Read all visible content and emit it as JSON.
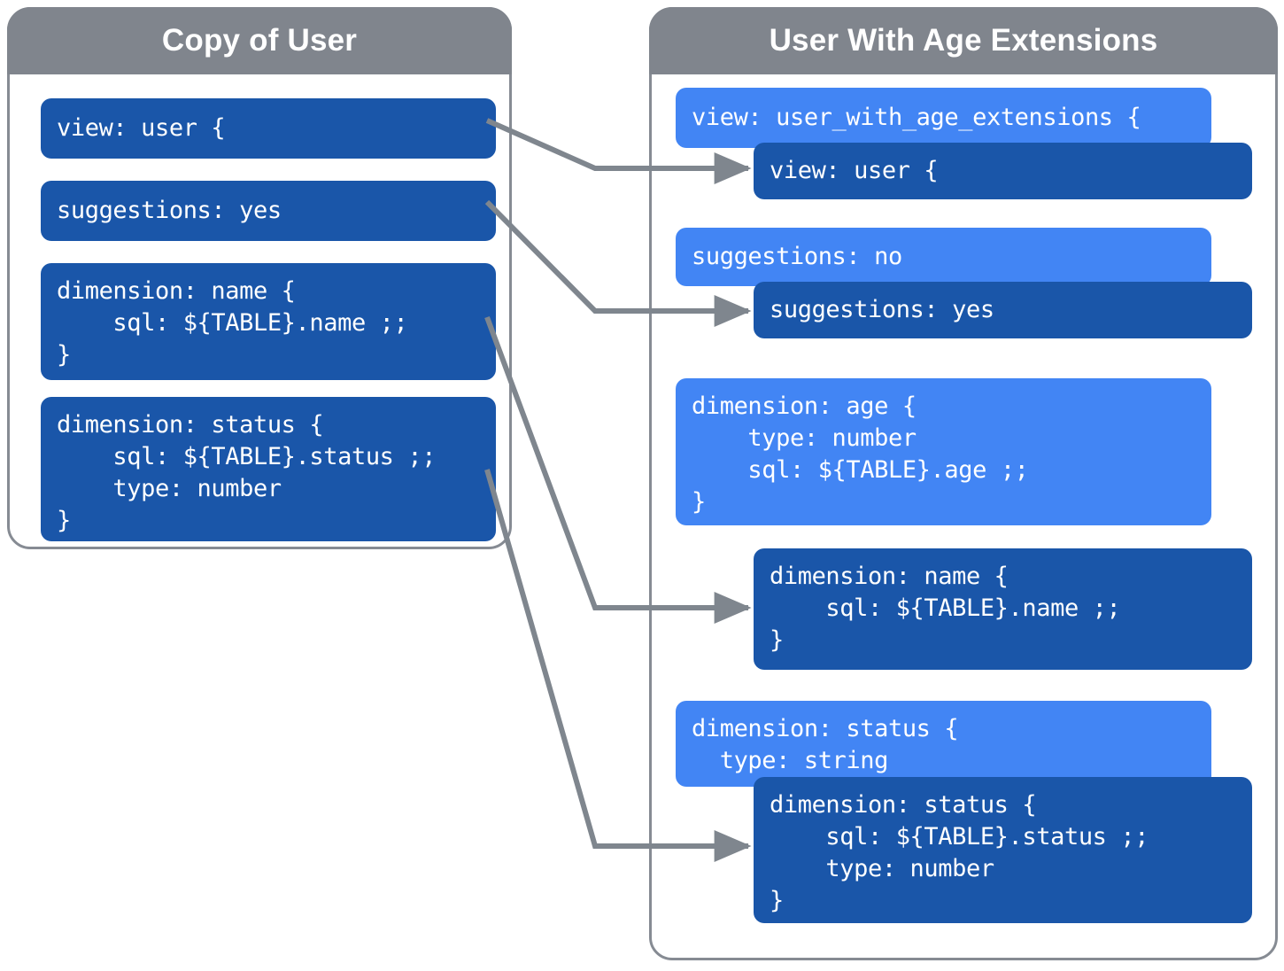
{
  "panels": {
    "left": {
      "title": "Copy of User",
      "blocks": [
        {
          "name": "view-block",
          "text": "view: user {"
        },
        {
          "name": "suggestions-block",
          "text": "suggestions: yes"
        },
        {
          "name": "dimension-name-block",
          "text": "dimension: name {\n    sql: ${TABLE}.name ;;\n}"
        },
        {
          "name": "dimension-status-block",
          "text": "dimension: status {\n    sql: ${TABLE}.status ;;\n    type: number\n}"
        }
      ]
    },
    "right": {
      "title": "User With Age Extensions",
      "blocks": [
        {
          "name": "view-extension-block",
          "kind": "extension",
          "text": "view: user_with_age_extensions {"
        },
        {
          "name": "view-base-block",
          "kind": "base",
          "text": "view: user {"
        },
        {
          "name": "suggestions-extension-block",
          "kind": "extension",
          "text": "suggestions: no"
        },
        {
          "name": "suggestions-base-block",
          "kind": "base",
          "text": "suggestions: yes"
        },
        {
          "name": "dimension-age-extension-block",
          "kind": "extension",
          "text": "dimension: age {\n    type: number\n    sql: ${TABLE}.age ;;\n}"
        },
        {
          "name": "dimension-name-base-block",
          "kind": "base",
          "text": "dimension: name {\n    sql: ${TABLE}.name ;;\n}"
        },
        {
          "name": "dimension-status-extension-block",
          "kind": "extension",
          "text": "dimension: status {\n  type: string"
        },
        {
          "name": "dimension-status-base-block",
          "kind": "base",
          "text": "dimension: status {\n    sql: ${TABLE}.status ;;\n    type: number\n}"
        }
      ]
    }
  },
  "connectors": [
    {
      "name": "connector-view",
      "from": "view-block",
      "to": "view-base-block"
    },
    {
      "name": "connector-suggestions",
      "from": "suggestions-block",
      "to": "suggestions-base-block"
    },
    {
      "name": "connector-name",
      "from": "dimension-name-block",
      "to": "dimension-name-base-block"
    },
    {
      "name": "connector-status",
      "from": "dimension-status-block",
      "to": "dimension-status-base-block"
    }
  ],
  "colors": {
    "header_gray": "#80858d",
    "panel_border": "#868b93",
    "block_dark_blue": "#1a56a9",
    "block_light_blue": "#4285f4",
    "connector_gray": "#7f868e",
    "background": "#ffffff"
  }
}
